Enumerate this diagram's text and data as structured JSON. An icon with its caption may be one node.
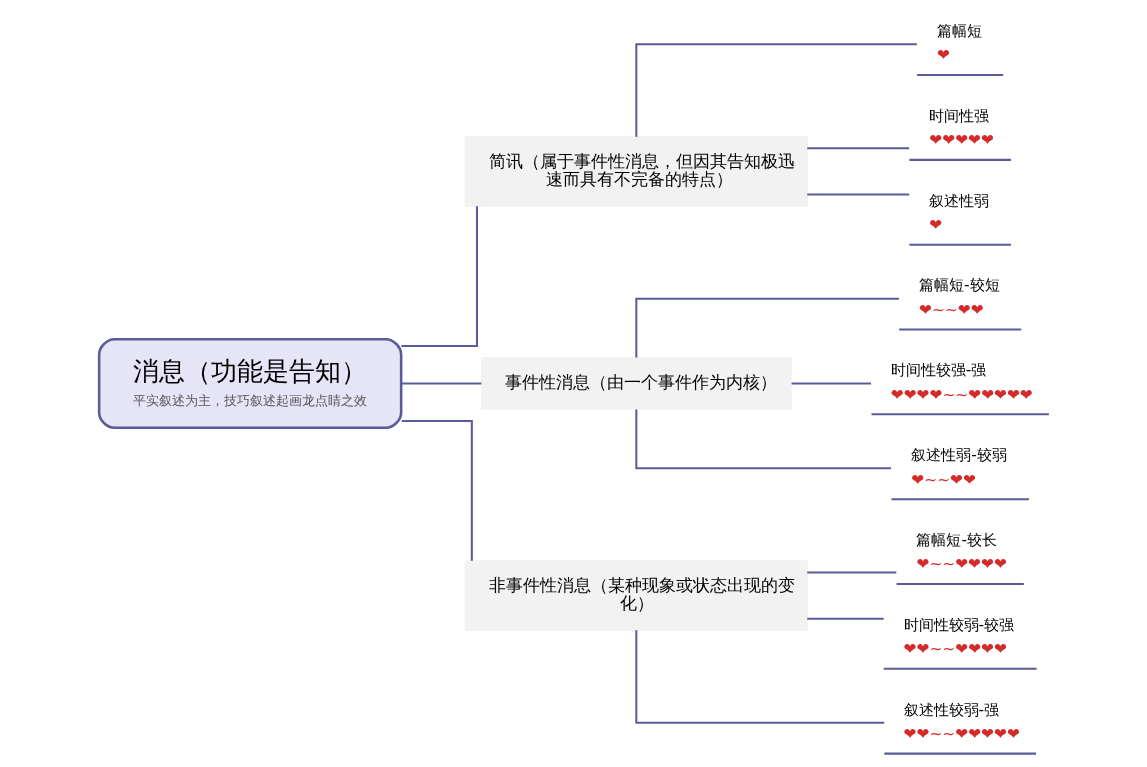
{
  "diagram": {
    "nodes": [
      {
        "text": [
          "消息（功能是告知）",
          "平实叙述为主，技巧叙述起画龙点睛之效"
        ]
      },
      {
        "text": [
          "简讯（属于事件性消息，但因其告知极迅速而具有不完备的特点）"
        ]
      },
      {
        "text": [
          "篇幅短",
          "❤"
        ]
      },
      {
        "text": [
          "时间性强",
          "❤❤❤❤❤"
        ]
      },
      {
        "text": [
          "叙述性弱",
          "❤"
        ]
      },
      {
        "text": [
          "事件性消息（由一个事件作为内核）"
        ]
      },
      {
        "text": [
          "篇幅短-较短",
          "❤~~❤❤"
        ]
      },
      {
        "text": [
          "时间性较强-强",
          "❤❤❤❤~~❤❤❤❤❤"
        ]
      },
      {
        "text": [
          "叙述性弱-较弱",
          "❤~~❤❤"
        ]
      },
      {
        "text": [
          "非事件性消息（某种现象或状态出现的变化）"
        ]
      },
      {
        "text": [
          "篇幅短-较长",
          "❤~~❤❤❤❤"
        ]
      },
      {
        "text": [
          "时间性较弱-较强",
          "❤❤~~❤❤❤❤"
        ]
      },
      {
        "text": [
          "叙述性较弱-强",
          "❤❤~~❤❤❤❤❤"
        ]
      }
    ],
    "edges": [
      {
        "from": 0,
        "to": 1,
        "arrow": "none"
      },
      {
        "from": 0,
        "to": 5,
        "arrow": "none"
      },
      {
        "from": 0,
        "to": 9,
        "arrow": "none"
      },
      {
        "from": 1,
        "to": 2,
        "arrow": "none"
      },
      {
        "from": 1,
        "to": 3,
        "arrow": "none"
      },
      {
        "from": 1,
        "to": 4,
        "arrow": "none"
      },
      {
        "from": 5,
        "to": 6,
        "arrow": "none"
      },
      {
        "from": 5,
        "to": 7,
        "arrow": "none"
      },
      {
        "from": 5,
        "to": 8,
        "arrow": "none"
      },
      {
        "from": 9,
        "to": 10,
        "arrow": "none"
      },
      {
        "from": 9,
        "to": 11,
        "arrow": "none"
      },
      {
        "from": 9,
        "to": 12,
        "arrow": "none"
      }
    ]
  }
}
